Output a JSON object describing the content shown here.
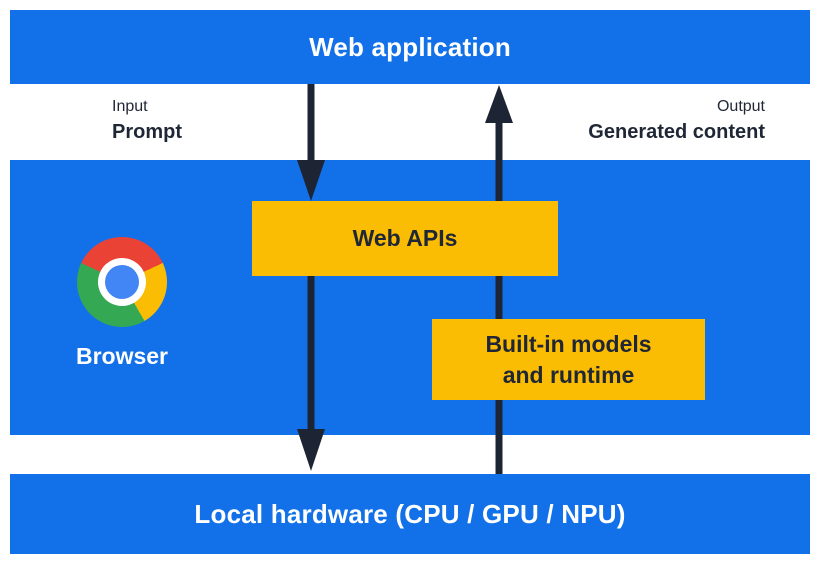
{
  "colors": {
    "layer_blue": "#1271e8",
    "box_yellow": "#fbbc04",
    "ink_navy": "#1d2434",
    "text_on_blue": "#ffffff",
    "chrome_red": "#ea4335",
    "chrome_yellow": "#fbbc04",
    "chrome_green": "#34a853",
    "chrome_center_blue": "#4285f4"
  },
  "top_bar": {
    "label": "Web application"
  },
  "flow_labels": {
    "input_title": "Input",
    "input_value": "Prompt",
    "output_title": "Output",
    "output_value": "Generated content"
  },
  "browser_layer": {
    "browser_label": "Browser",
    "web_apis_label": "Web APIs",
    "builtin_models_line1": "Built-in models",
    "builtin_models_line2": "and runtime",
    "logo_icon": "chrome-logo"
  },
  "bottom_bar": {
    "label": "Local hardware (CPU / GPU / NPU)"
  }
}
